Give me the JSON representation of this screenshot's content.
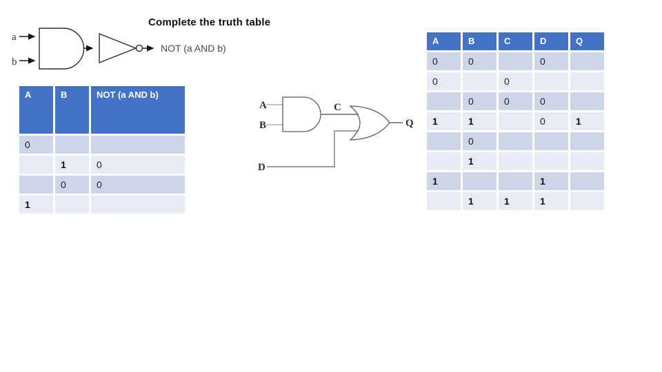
{
  "title": "Complete the truth table",
  "colors": {
    "header_bg": "#4472C4",
    "row_dark": "#CED5E8",
    "row_light": "#E9EBF4"
  },
  "diagram1": {
    "input_a": "a",
    "input_b": "b",
    "output_label": "NOT (a AND b)"
  },
  "diagram2": {
    "input_a": "A",
    "input_b": "B",
    "mid_label": "C",
    "input_d": "D",
    "output_label": "Q"
  },
  "left_table": {
    "headers": [
      "A",
      "B",
      "NOT (a AND b)"
    ],
    "rows": [
      [
        "0",
        "",
        ""
      ],
      [
        "",
        "1",
        "0"
      ],
      [
        "",
        "0",
        "0"
      ],
      [
        "1",
        "",
        ""
      ]
    ]
  },
  "right_table": {
    "headers": [
      "A",
      "B",
      "C",
      "D",
      "Q"
    ],
    "rows": [
      [
        "0",
        "0",
        "",
        "0",
        ""
      ],
      [
        "0",
        "",
        "0",
        "",
        ""
      ],
      [
        "",
        "0",
        "0",
        "0",
        ""
      ],
      [
        "1",
        "1",
        "",
        "0",
        "1"
      ],
      [
        "",
        "0",
        "",
        "",
        ""
      ],
      [
        "",
        "1",
        "",
        "",
        ""
      ],
      [
        "1",
        "",
        "",
        "1",
        ""
      ],
      [
        "",
        "1",
        "1",
        "1",
        ""
      ]
    ]
  }
}
